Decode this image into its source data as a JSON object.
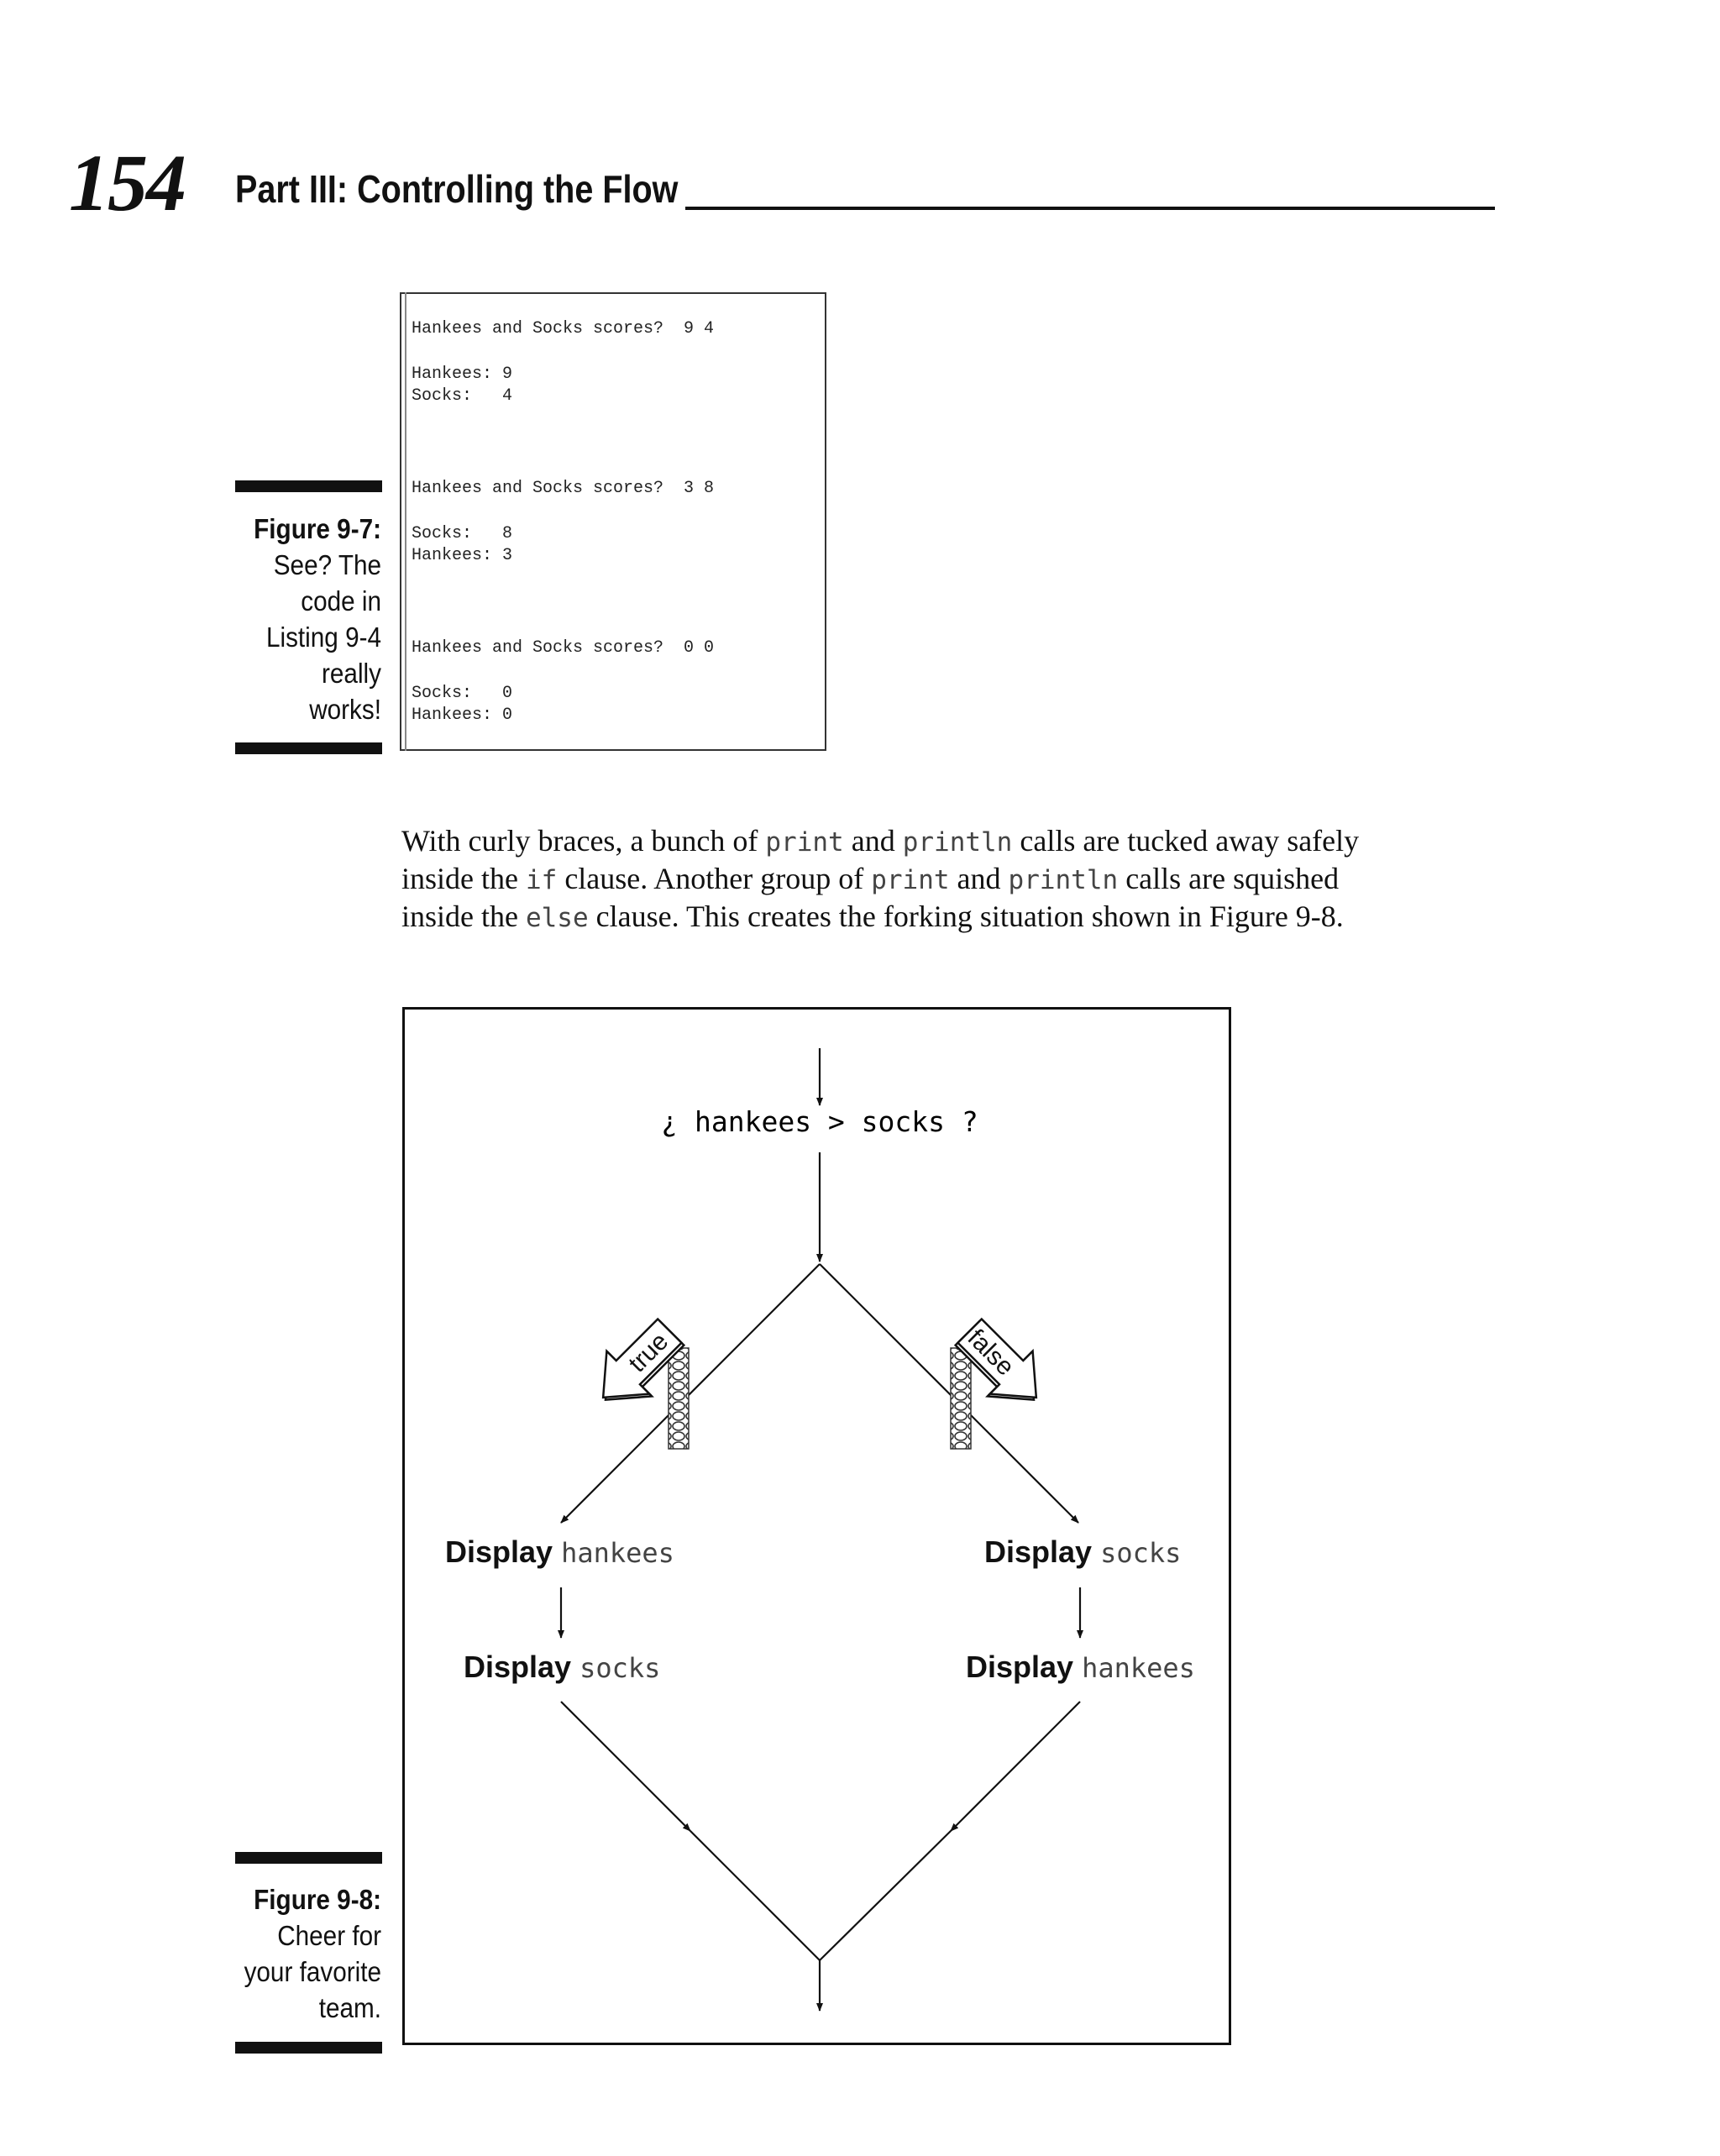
{
  "header": {
    "page_number": "154",
    "running_head": "Part III: Controlling the Flow"
  },
  "figure_9_7": {
    "label": "Figure 9-7:",
    "caption_lines": [
      "See? The",
      "code in",
      "Listing 9-4",
      "really",
      "works!"
    ],
    "console_lines": [
      "Hankees and Socks scores?  9 4",
      "Hankees: 9",
      "Socks:   4",
      "Hankees and Socks scores?  3 8",
      "Socks:   8",
      "Hankees: 3",
      "Hankees and Socks scores?  0 0",
      "Socks:   0",
      "Hankees: 0"
    ]
  },
  "paragraph": {
    "line1": {
      "a": "With curly braces, a bunch of ",
      "c1": "print",
      "b": " and ",
      "c2": "println",
      "d": " calls are tucked away safely"
    },
    "line2": {
      "a": "inside the ",
      "c1": "if",
      "b": " clause. Another group of ",
      "c2": "print",
      "d": " and ",
      "c3": "println",
      "e": " calls are squished"
    },
    "line3": {
      "a": "inside the ",
      "c1": "else",
      "b": " clause. This creates the forking situation shown in Figure 9-8."
    }
  },
  "figure_9_8": {
    "label": "Figure 9-8:",
    "caption_lines": [
      "Cheer for",
      "your favorite",
      "team."
    ],
    "condition": "¿ hankees > socks ?",
    "true_sign": "true",
    "false_sign": "false",
    "left_steps": [
      {
        "keyword": "Display",
        "arg": "hankees"
      },
      {
        "keyword": "Display",
        "arg": "socks"
      }
    ],
    "right_steps": [
      {
        "keyword": "Display",
        "arg": "socks"
      },
      {
        "keyword": "Display",
        "arg": "hankees"
      }
    ]
  }
}
